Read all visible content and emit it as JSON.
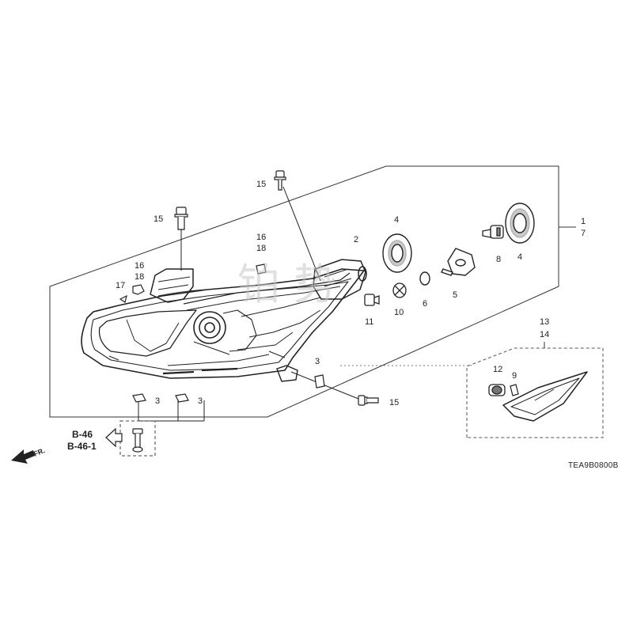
{
  "callouts": {
    "c1": "1",
    "c7": "7",
    "c2": "2",
    "c4a": "4",
    "c4b": "4",
    "c5": "5",
    "c6": "6",
    "c8": "8",
    "c9": "9",
    "c10": "10",
    "c11": "11",
    "c12": "12",
    "c13": "13",
    "c14": "14",
    "c15a": "15",
    "c15b": "15",
    "c15c": "15",
    "c16a": "16",
    "c18a": "18",
    "c16b": "16",
    "c18b": "18",
    "c17": "17",
    "c3a": "3",
    "c3b": "3",
    "c3c": "3"
  },
  "references": {
    "ref1": "B-46",
    "ref2": "B-46-1"
  },
  "front_label": "FR.",
  "diagram_code": "TEA9B0800B",
  "watermark": "铂 势",
  "colors": {
    "line": "#222222",
    "dashed": "#555555",
    "watermark": "#c8c8c8"
  }
}
